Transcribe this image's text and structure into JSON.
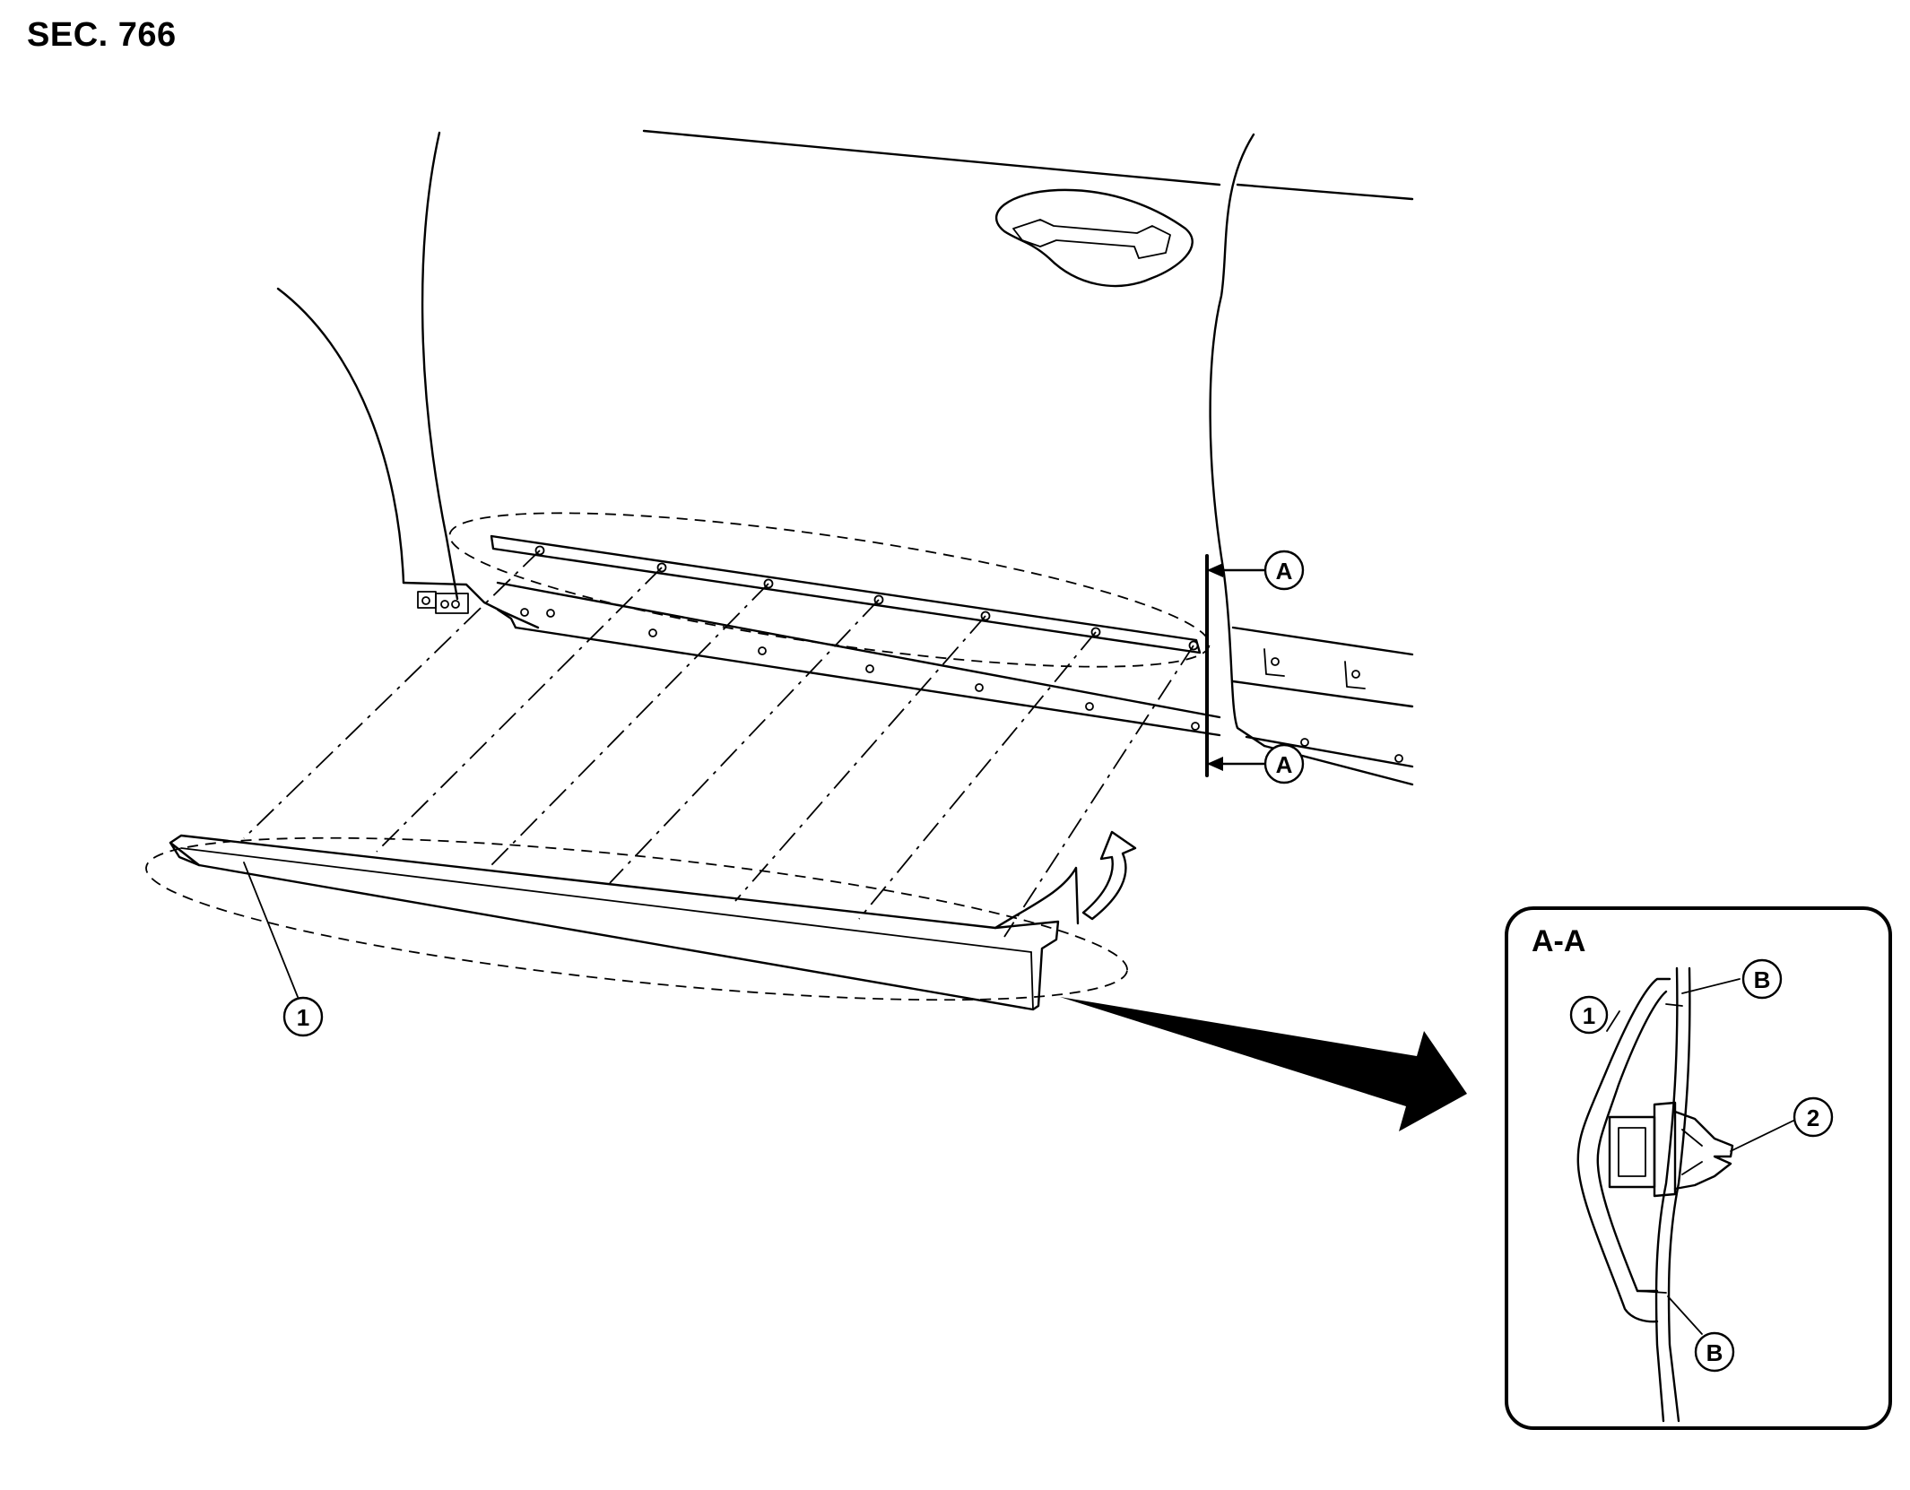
{
  "section_label": "SEC. 766",
  "detail_view": {
    "title": "A-A"
  },
  "callouts": {
    "part_1": "1",
    "part_2": "2",
    "section_mark_a": "A",
    "point_b": "B"
  }
}
